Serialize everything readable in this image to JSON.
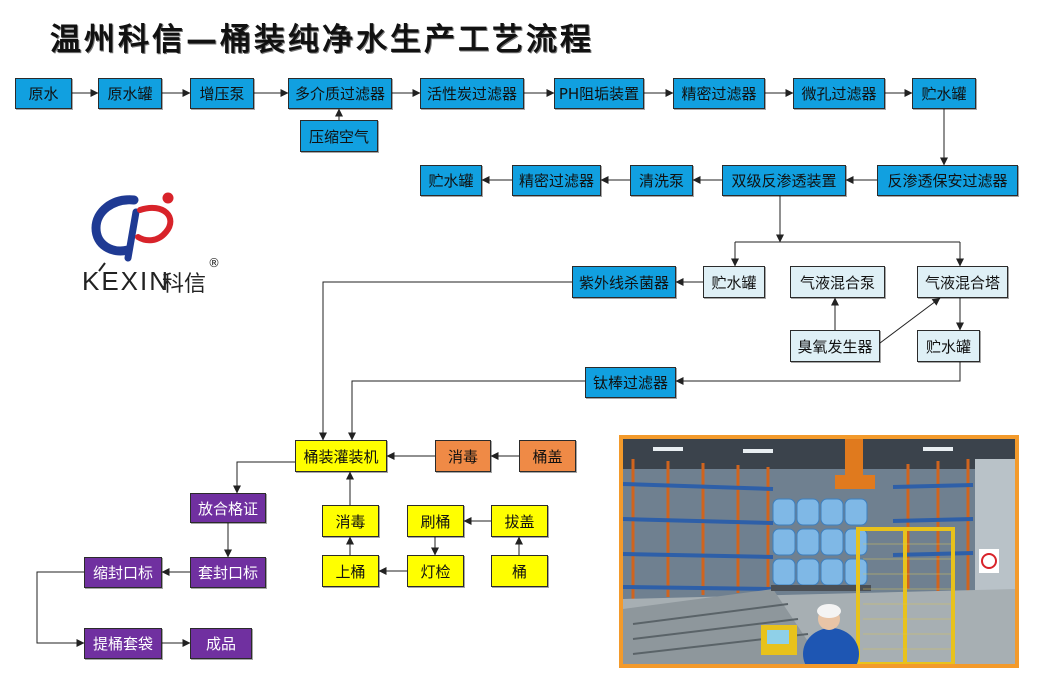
{
  "title": "温州科信—桶装纯净水生产工艺流程",
  "logo": {
    "brand": "KEXIN",
    "cn": "科信",
    "registered": "®"
  },
  "colors": {
    "process_blue": "#11a0e0",
    "process_light": "#dff0f6",
    "filling_yellow": "#ffff00",
    "cap_orange": "#ef8a46",
    "packing_purple": "#7030a0",
    "photo_border": "#f39a2b"
  },
  "pretreatment": {
    "raw_water": "原水",
    "raw_water_tank": "原水罐",
    "booster_pump": "增压泵",
    "multimedia_filter": "多介质过滤器",
    "compressed_air": "压缩空气",
    "activated_carbon_filter": "活性炭过滤器",
    "ph_scale_inhibitor": "PH阻垢装置",
    "precision_filter": "精密过滤器",
    "microporous_filter": "微孔过滤器",
    "storage_tank": "贮水罐"
  },
  "reverse_osmosis": {
    "security_filter": "反渗透保安过滤器",
    "double_ro": "双级反渗透装置",
    "cleaning_pump": "清洗泵",
    "precision_filter": "精密过滤器",
    "storage_tank": "贮水罐"
  },
  "sterilization": {
    "storage_tank": "贮水罐",
    "uv_sterilizer": "紫外线杀菌器",
    "gas_liquid_pump": "气液混合泵",
    "gas_liquid_tower": "气液混合塔",
    "ozone_generator": "臭氧发生器",
    "ozonated_tank": "贮水罐",
    "titanium_filter": "钛棒过滤器"
  },
  "filling": {
    "filling_machine": "桶装灌装机",
    "cap_disinfection": "消毒",
    "cap": "桶盖",
    "bucket_disinfection": "消毒",
    "loading": "上桶",
    "brushing": "刷桶",
    "light_inspection": "灯检",
    "uncapping": "拔盖",
    "bucket": "桶"
  },
  "packing": {
    "certificate": "放合格证",
    "seal_label": "套封口标",
    "shrink_label": "缩封口标",
    "bag": "提桶套袋",
    "finished_product": "成品"
  }
}
